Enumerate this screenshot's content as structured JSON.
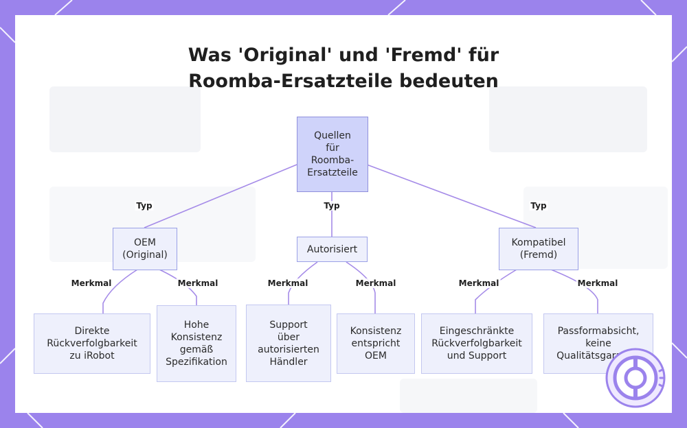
{
  "title": {
    "line1": "Was 'Original' und 'Fremd' für",
    "line2": "Roomba-Ersatzteile bedeuten"
  },
  "colors": {
    "frame": "#9b83ec",
    "root_fill": "#cfd3fa",
    "node_fill": "#eef0fc",
    "node_border": "#9aa0e6",
    "edge": "#a58be8"
  },
  "nodes": {
    "root": "Quellen\nfür\nRoomba-\nErsatzteile",
    "oem": "OEM\n(Original)",
    "autorisiert": "Autorisiert",
    "kompatibel": "Kompatibel\n(Fremd)",
    "oem_trace": "Direkte\nRückverfolgbarkeit\nzu iRobot",
    "oem_consistency": "Hohe\nKonsistenz\ngemäß\nSpezifikation",
    "auth_support": "Support\nüber\nautorisierten\nHändler",
    "auth_consistency": "Konsistenz\nentspricht\nOEM",
    "comp_trace": "Eingeschränkte\nRückverfolgbarkeit\nund Support",
    "comp_fit": "Passformabsicht,\nkeine\nQualitätsgarantie"
  },
  "edge_labels": {
    "type_oem": "Typ",
    "type_auth": "Typ",
    "type_comp": "Typ",
    "oem_trace": "Merkmal",
    "oem_consistency": "Merkmal",
    "auth_support": "Merkmal",
    "auth_consistency": "Merkmal",
    "comp_trace": "Merkmal",
    "comp_fit": "Merkmal"
  },
  "badge_icon": "speaker-dial-icon"
}
